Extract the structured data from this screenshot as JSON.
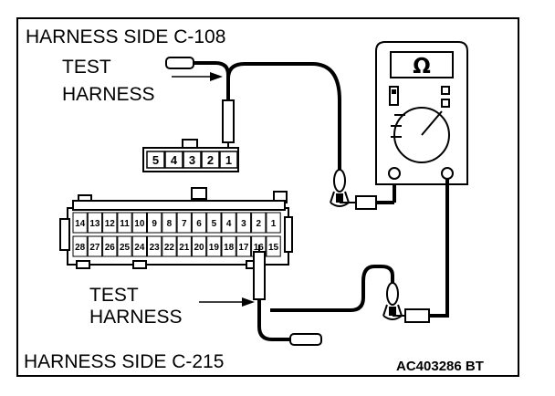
{
  "labels": {
    "harness_top": "HARNESS SIDE C-108",
    "harness_bottom": "HARNESS SIDE C-215",
    "test_harness_top_line1": "TEST",
    "test_harness_top_line2": "HARNESS",
    "test_harness_bottom_line1": "TEST",
    "test_harness_bottom_line2": "HARNESS",
    "figure_code": "AC403286 BT"
  },
  "meter": {
    "symbol": "Ω",
    "icon": "ohmmeter-icon"
  },
  "connector_c108": {
    "pins": [
      "5",
      "4",
      "3",
      "2",
      "1"
    ]
  },
  "connector_c215": {
    "row_top": [
      "14",
      "13",
      "12",
      "11",
      "10",
      "9",
      "8",
      "7",
      "6",
      "5",
      "4",
      "3",
      "2",
      "1"
    ],
    "row_bottom": [
      "28",
      "27",
      "26",
      "25",
      "24",
      "23",
      "22",
      "21",
      "20",
      "19",
      "18",
      "17",
      "16",
      "15"
    ]
  },
  "colors": {
    "ink": "#000000",
    "paper": "#ffffff"
  }
}
